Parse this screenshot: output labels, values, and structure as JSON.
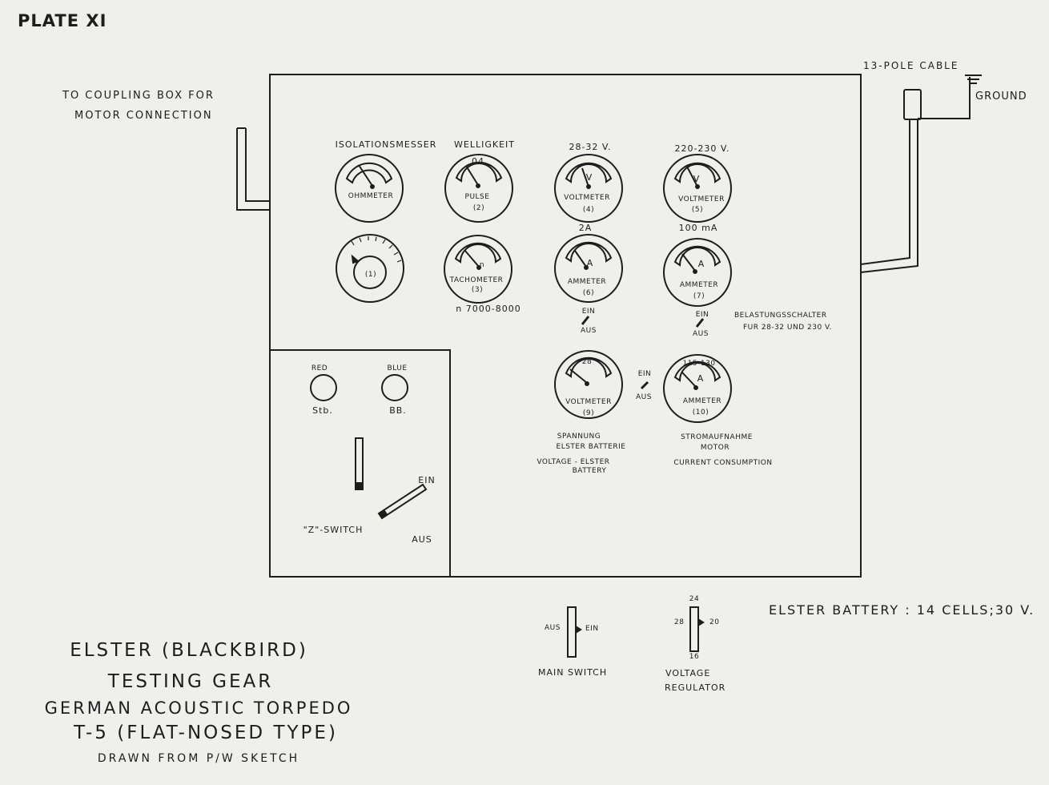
{
  "plate": "PLATE XI",
  "labels": {
    "coupling_1": "TO COUPLING BOX FOR",
    "coupling_2": "MOTOR CONNECTION",
    "cable": "13-POLE CABLE",
    "ground": "GROUND",
    "battery_spec": "ELSTER BATTERY : 14 CELLS;30 V.",
    "belastung_1": "BELASTUNGSSCHALTER",
    "belastung_2": "FUR 28-32 UND 230 V.",
    "spannung_1": "SPANNUNG",
    "spannung_2": "ELSTER BATTERIE",
    "voltage_1": "VOLTAGE - ELSTER",
    "voltage_2": "BATTERY",
    "strom_1": "STROMAUFNAHME",
    "strom_2": "MOTOR",
    "current": "CURRENT CONSUMPTION",
    "tacho_range": "n 7000-8000",
    "label_2a": "2A",
    "label_100ma": "100 mA",
    "ein": "EIN",
    "aus": "AUS"
  },
  "meters": {
    "m_ohm": {
      "top": "ISOLATIONSMESSER",
      "inner": "OHMMETER",
      "num": ""
    },
    "m_puls": {
      "top": "WELLIGKEIT",
      "scale": "04",
      "inner": "PULSE",
      "num": "(2)"
    },
    "m_volt4": {
      "top": "28-32 V.",
      "sym": "V",
      "inner": "VOLTMETER",
      "num": "(4)"
    },
    "m_volt5": {
      "top": "220-230 V.",
      "sym": "V",
      "inner": "VOLTMETER",
      "num": "(5)"
    },
    "m_dial1": {
      "num": "(1)"
    },
    "m_tacho": {
      "sym": "n",
      "inner": "TACHOMETER",
      "num": "(3)"
    },
    "m_amp6": {
      "sym": "A",
      "inner": "AMMETER",
      "num": "(6)"
    },
    "m_amp7": {
      "sym": "A",
      "inner": "AMMETER",
      "num": "(7)"
    },
    "m_volt9": {
      "scale": "28",
      "inner": "VOLTMETER",
      "num": "(9)"
    },
    "m_amp10": {
      "scale": "115-130",
      "sym": "A",
      "inner": "AMMETER",
      "num": "(10)"
    }
  },
  "lamps": {
    "red": {
      "label": "RED",
      "sub": "Stb."
    },
    "blue": {
      "label": "BLUE",
      "sub": "BB."
    }
  },
  "z_switch": {
    "label": "\"Z\"-SWITCH",
    "ein": "EIN",
    "aus": "AUS"
  },
  "main_switch": {
    "left": "AUS",
    "right": "EIN",
    "label": "MAIN SWITCH"
  },
  "regulator": {
    "top": "24",
    "left": "28",
    "right": "20",
    "bottom": "16",
    "label_1": "VOLTAGE",
    "label_2": "REGULATOR"
  },
  "title": {
    "line1": "ELSTER (BLACKBIRD)",
    "line2": "TESTING GEAR",
    "line3": "GERMAN ACOUSTIC TORPEDO",
    "line4": "T-5 (FLAT-NOSED TYPE)",
    "line5": "DRAWN FROM P/W SKETCH"
  }
}
